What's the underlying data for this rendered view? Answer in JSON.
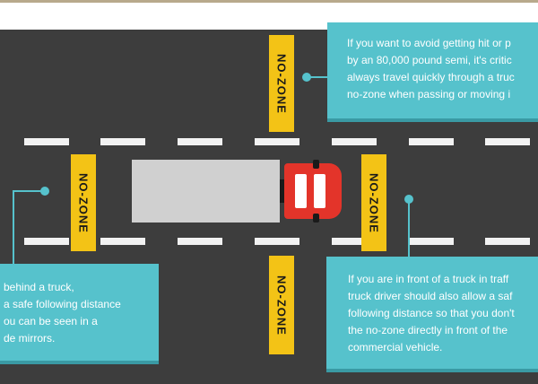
{
  "nozone_labels": {
    "top": "NO-ZONE",
    "rear": "NO-ZONE",
    "front": "NO-ZONE",
    "bottom": "NO-ZONE"
  },
  "callouts": {
    "top_right": [
      "If you want to avoid getting hit or p",
      "by an 80,000 pound semi, it's critic",
      "always travel quickly through a truc",
      "no-zone when passing or moving i"
    ],
    "bottom_left": [
      "behind a truck,",
      "a safe following distance",
      "ou can be seen in a",
      "de mirrors."
    ],
    "bottom_right": [
      "If you are in front of a truck in traff",
      "truck driver should also allow a saf",
      "following distance so that you don't",
      "the no-zone directly in front of the",
      "commercial vehicle."
    ]
  },
  "colors": {
    "road": "#3d3d3d",
    "nozone": "#f3c316",
    "callout": "#56c2cc",
    "truck_cab": "#e3342a",
    "trailer": "#d0d0d0"
  }
}
